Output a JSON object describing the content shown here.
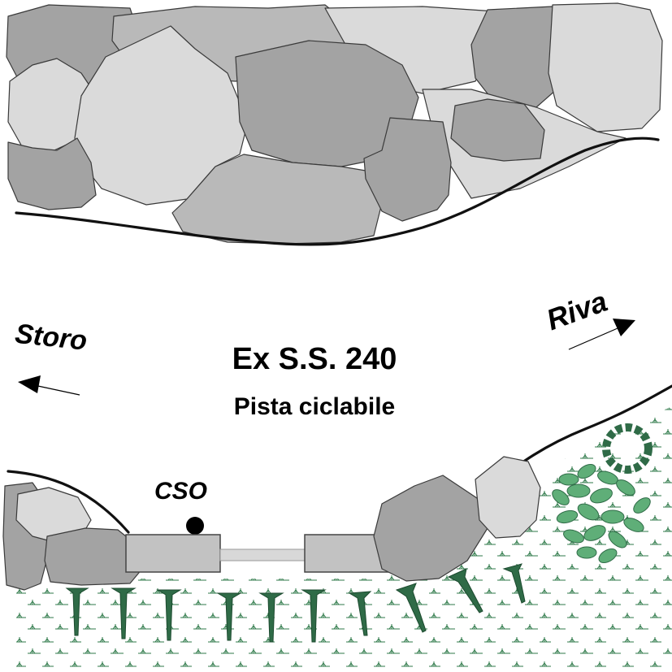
{
  "labels": {
    "road_name": "Ex S.S. 240",
    "road_use": "Pista ciclabile",
    "left_direction": "Storo",
    "right_direction": "Riva",
    "point_label": "CSO"
  },
  "colors": {
    "rock_dark": "#a3a3a3",
    "rock_mid": "#b9b9b9",
    "rock_light": "#dadada",
    "vegetation": "#2f6b47",
    "shrub": "#5fae78",
    "barrier": "#c2c2c2",
    "line": "#111111"
  },
  "icons": {
    "direction_arrow": "arrow",
    "monitoring_point": "filled-circle",
    "anchor_spikes": "spike",
    "shrub": "bush"
  }
}
